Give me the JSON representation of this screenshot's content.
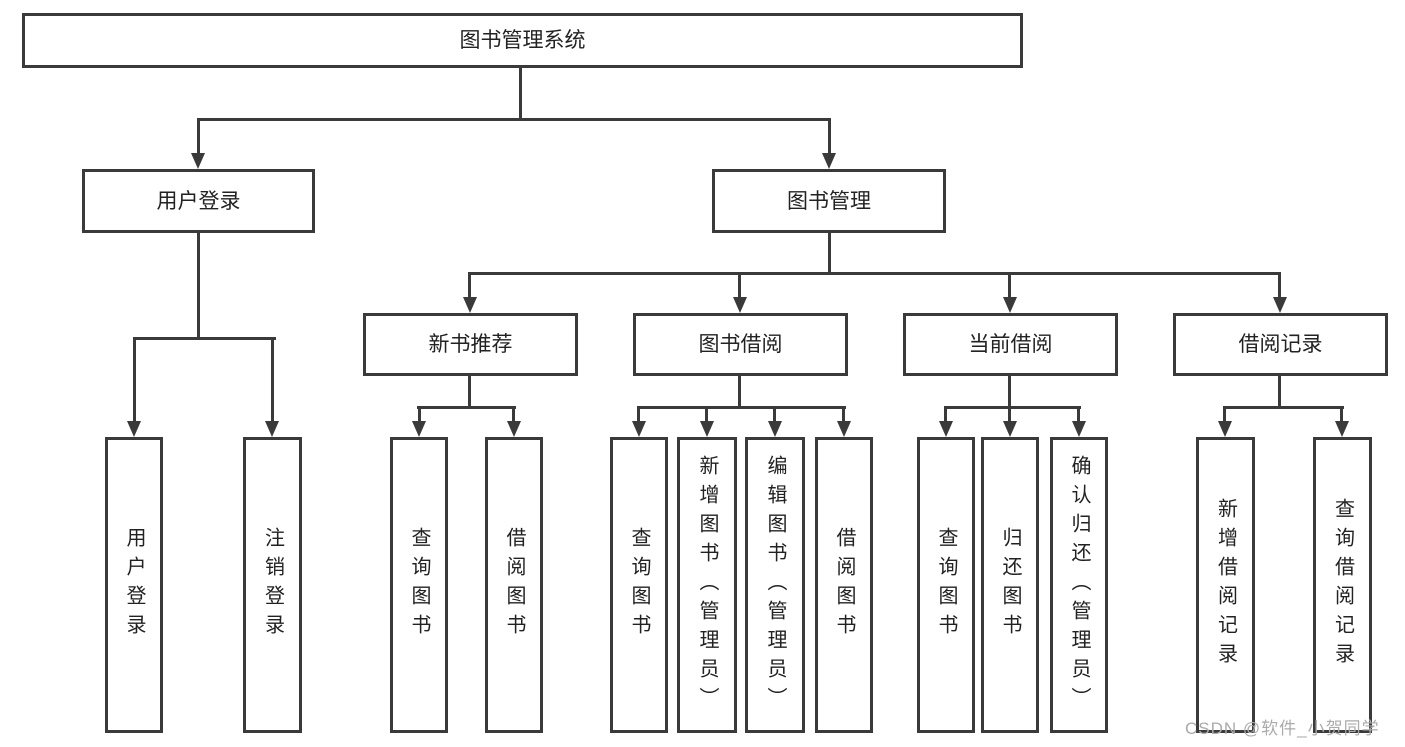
{
  "diagram": {
    "title": "图书管理系统",
    "level2": {
      "user_login": "用户登录",
      "book_mgmt": "图书管理"
    },
    "level3": {
      "new_books": "新书推荐",
      "book_borrow": "图书借阅",
      "current_borrow": "当前借阅",
      "borrow_record": "借阅记录"
    },
    "leaves": {
      "user_login": [
        "用户登录",
        "注销登录"
      ],
      "new_books": [
        "查询图书",
        "借阅图书"
      ],
      "book_borrow": [
        "查询图书",
        "新增图书（管理员）",
        "编辑图书（管理员）",
        "借阅图书"
      ],
      "current_borrow": [
        "查询图书",
        "归还图书",
        "确认归还（管理员）"
      ],
      "borrow_record": [
        "新增借阅记录",
        "查询借阅记录"
      ]
    }
  },
  "watermark": "CSDN @软件_小贺同学",
  "colors": {
    "line": "#3a3a3a",
    "text": "#222222",
    "watermark": "#ababab",
    "background": "#ffffff"
  }
}
